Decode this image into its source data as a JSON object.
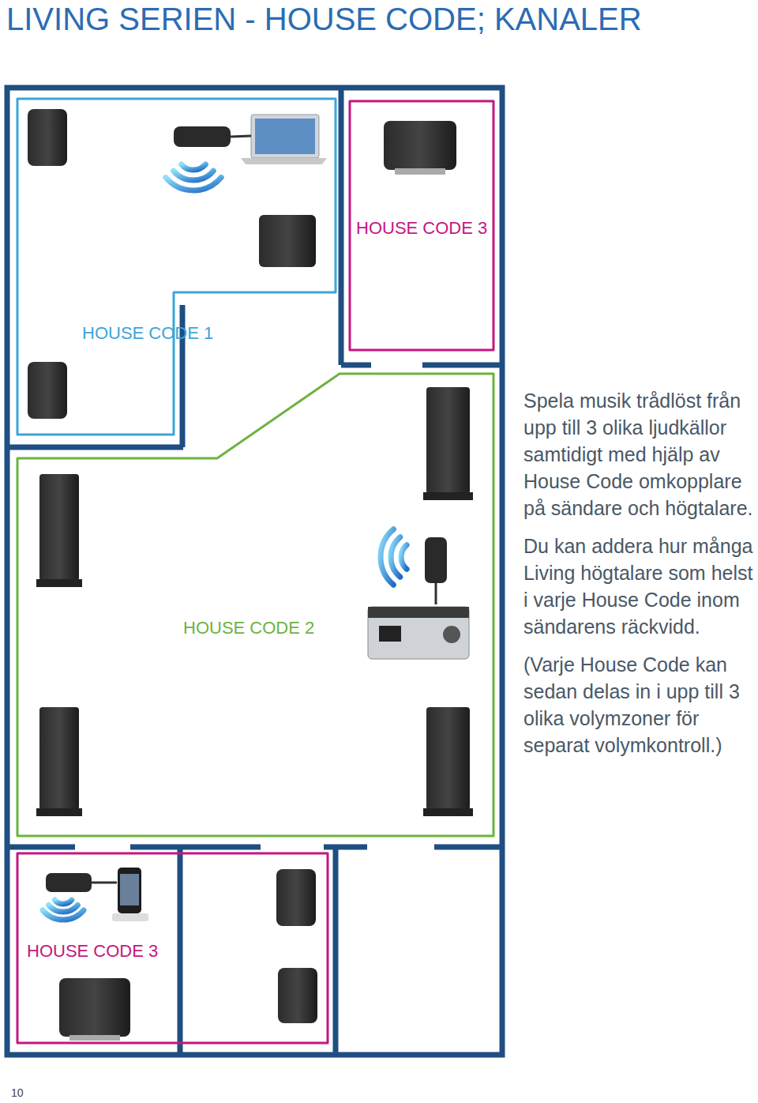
{
  "diagram": {
    "title": "LIVING SERIEN - HOUSE CODE; KANALER",
    "nodes": [
      {
        "text": [
          "HOUSE CODE 1"
        ]
      },
      {
        "text": [
          "HOUSE CODE 3"
        ]
      },
      {
        "text": [
          "HOUSE CODE 2"
        ]
      },
      {
        "text": [
          "HOUSE CODE 3"
        ]
      }
    ],
    "labels": [
      "Spela musik trådlöst från upp till 3 olika ljudkällor samtidigt med hjälp av House Code omkopplare på sändare och högtalare.",
      "Du kan addera hur många Living högtalare som helst i varje House Code inom sändarens räckvidd.",
      "(Varje House Code kan sedan delas in i upp till 3 olika volymzoner för separat volymkontroll.)",
      "10"
    ]
  }
}
